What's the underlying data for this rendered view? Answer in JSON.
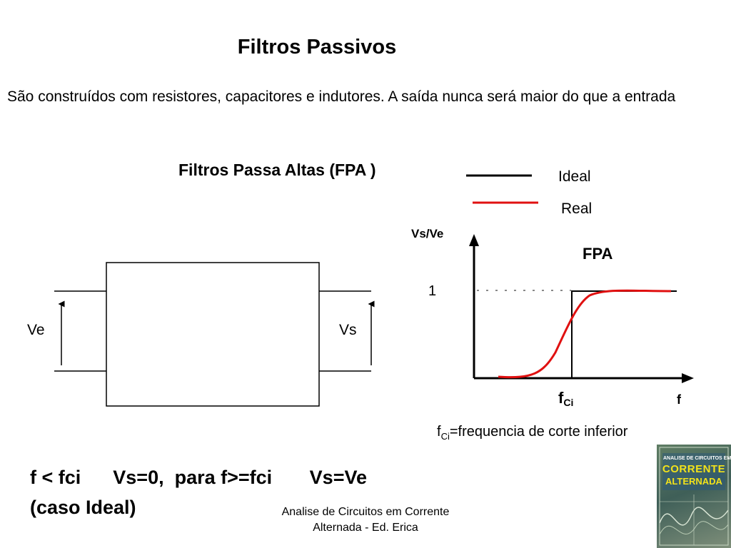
{
  "slide": {
    "title": "Filtros Passivos",
    "intro": "São construídos com resistores, capacitores e indutores. A saída nunca será maior do que a entrada",
    "subtitle": "Filtros  Passa Altas (FPA )"
  },
  "legend": {
    "ideal_label": "Ideal",
    "real_label": "Real",
    "ideal_color": "#000000",
    "real_color": "#e01010"
  },
  "circuit": {
    "input_label": "Ve",
    "output_label": "Vs"
  },
  "graph": {
    "y_axis_label": "Vs/Ve",
    "curve_label": "FPA",
    "level_label": "1",
    "cutoff_label": "f",
    "cutoff_sub": "Ci",
    "x_axis_label": "f"
  },
  "definition": {
    "symbol": "f",
    "symbol_sub": "Ci",
    "text": "=frequencia de corte inferior"
  },
  "rule": {
    "text": "f < fci      Vs=0,  para f>=fci       Vs=Ve\n(caso Ideal)"
  },
  "footer": {
    "line1": "Analise de Circuitos em Corrente",
    "line2": "Alternada - Ed. Erica"
  },
  "book_cover": {
    "top_text": "ANALISE DE CIRCUITOS EM",
    "line1": "CORRENTE",
    "line2": "ALTERNADA"
  }
}
